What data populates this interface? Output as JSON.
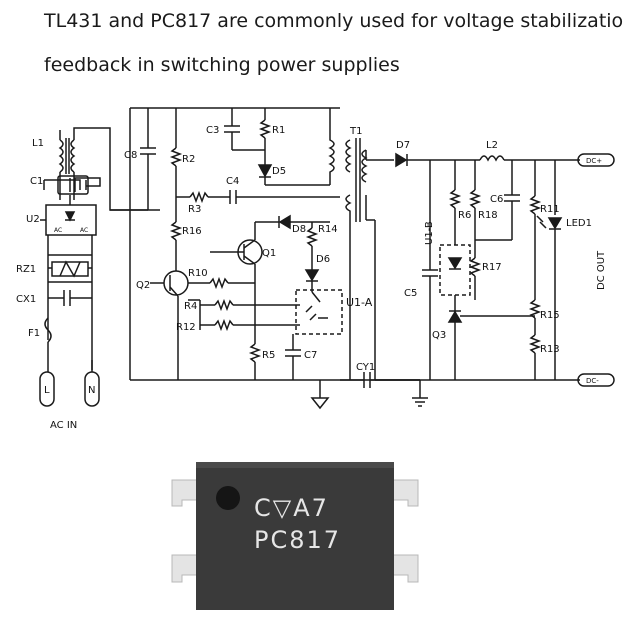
{
  "caption": {
    "line1": "TL431 and PC817 are commonly used for voltage stabilizatio",
    "line2": "feedback in switching power supplies"
  },
  "schematic": {
    "labels": {
      "L1": "L1",
      "C1": "C1",
      "U2": "U2",
      "RZ1": "RZ1",
      "CX1": "CX1",
      "F1": "F1",
      "L": "L",
      "N": "N",
      "ac_in": "AC IN",
      "C8": "C8",
      "C3": "C3",
      "R1": "R1",
      "R2": "R2",
      "C4": "C4",
      "R3": "R3",
      "R16": "R16",
      "D5": "D5",
      "T1": "T1",
      "D7": "D7",
      "L2": "L2",
      "D8": "D8",
      "R14": "R14",
      "Q1": "Q1",
      "D6": "D6",
      "Q2": "Q2",
      "R10": "R10",
      "R4": "R4",
      "R12": "R12",
      "U1A": "U1-A",
      "R5": "R5",
      "C7": "C7",
      "CY1": "CY1",
      "C5": "C5",
      "R6": "R6",
      "R18": "R18",
      "C6": "C6",
      "R11": "R11",
      "LED1": "LED1",
      "U1B": "U1-B",
      "R17": "R17",
      "Q3": "Q3",
      "R15": "R15",
      "R13": "R13",
      "dc_plus": "DC+",
      "dc_minus": "DC-",
      "dc_out": "DC OUT",
      "u2_ac1": "AC",
      "u2_ac2": "AC"
    }
  },
  "chip": {
    "marking_line1": "C▽A7",
    "marking_line2": "PC817"
  },
  "colors": {
    "wire": "#1a1a1a",
    "chip_body": "#3a3a3a",
    "chip_text": "#e6e6e6",
    "pin": "#e4e4e4"
  }
}
